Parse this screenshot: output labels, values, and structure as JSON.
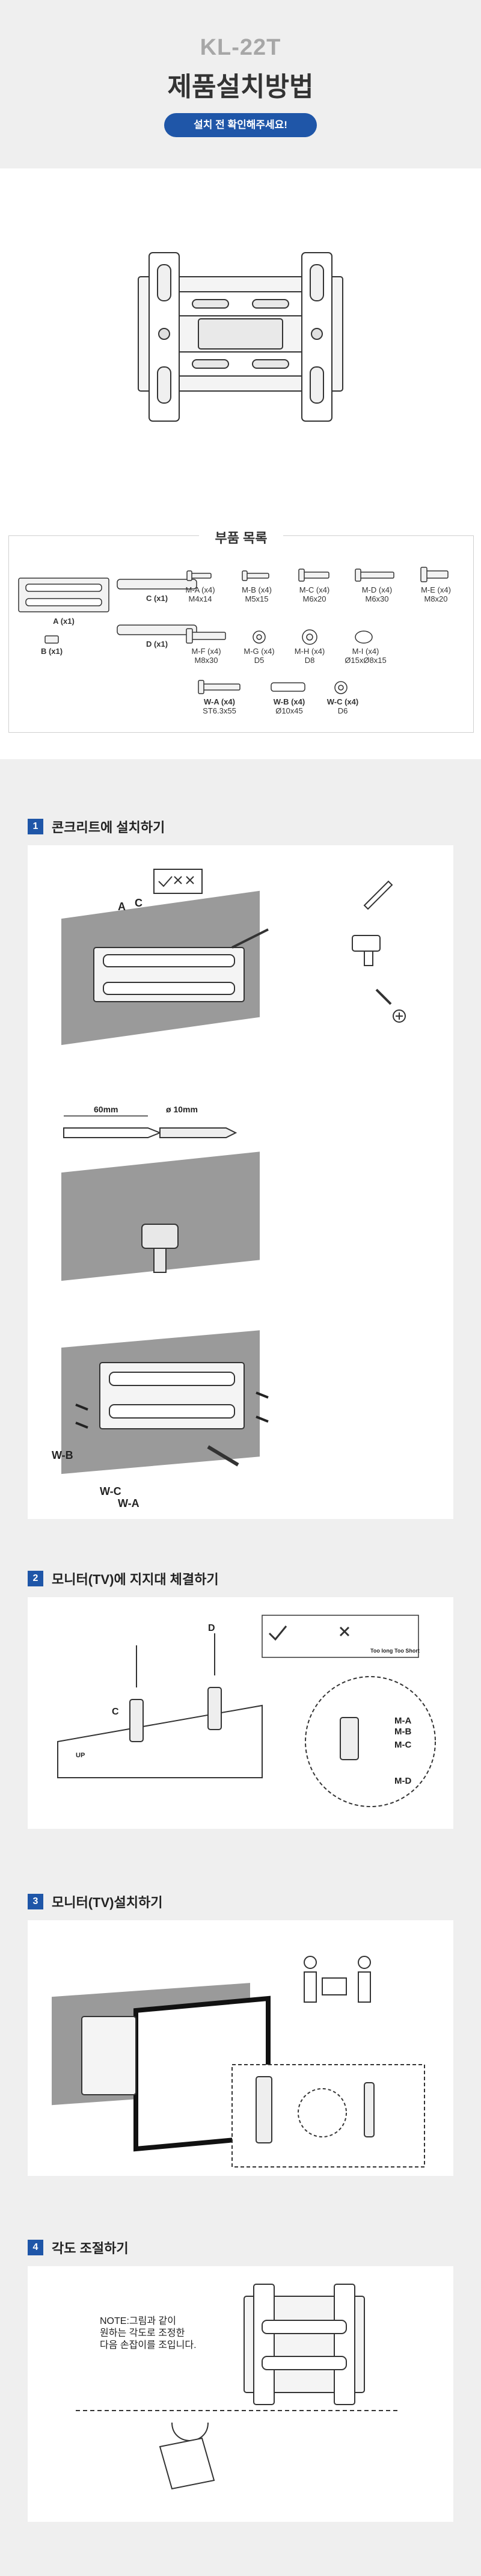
{
  "header": {
    "model": "KL-22T",
    "title": "제품설치방법",
    "notice": "설치 전 확인해주세요!"
  },
  "parts": {
    "title": "부품 목록",
    "items": [
      {
        "id": "A",
        "label": "A (x1)"
      },
      {
        "id": "B",
        "label": "B (x1)"
      },
      {
        "id": "C",
        "label": "C (x1)"
      },
      {
        "id": "D",
        "label": "D (x1)"
      },
      {
        "name": "M-A (x4)",
        "size": "M4x14"
      },
      {
        "name": "M-B (x4)",
        "size": "M5x15"
      },
      {
        "name": "M-C (x4)",
        "size": "M6x20"
      },
      {
        "name": "M-D (x4)",
        "size": "M6x30"
      },
      {
        "name": "M-E (x4)",
        "size": "M8x20"
      },
      {
        "name": "M-F (x4)",
        "size": "M8x30"
      },
      {
        "name": "M-G (x4)",
        "size": "D5"
      },
      {
        "name": "M-H (x4)",
        "size": "D8"
      },
      {
        "name": "M-I (x4)",
        "size": "Ø15xØ8x15"
      },
      {
        "name": "W-A (x4)",
        "size": "ST6.3x55"
      },
      {
        "name": "W-B (x4)",
        "size": "Ø10x45"
      },
      {
        "name": "W-C (x4)",
        "size": "D6"
      }
    ]
  },
  "sections": [
    {
      "number": "1",
      "title": "콘크리트에 설치하기",
      "labels": {
        "a": "A",
        "c": "C",
        "wb": "W-B",
        "wc": "W-C",
        "wa": "W-A",
        "depth": "60mm",
        "bit": "ø 10mm"
      }
    },
    {
      "number": "2",
      "title": "모니터(TV)에 지지대 체결하기",
      "labels": {
        "c": "C",
        "d": "D",
        "ma": "M-A",
        "mb": "M-B",
        "mc": "M-C",
        "md": "M-D",
        "too_long": "Too long",
        "too_short": "Too Short",
        "up": "UP"
      }
    },
    {
      "number": "3",
      "title": "모니터(TV)설치하기"
    },
    {
      "number": "4",
      "title": "각도 조절하기",
      "note": [
        "NOTE:그림과 같이",
        "원하는 각도로 조정한",
        "다음 손잡이를 조입니다."
      ]
    }
  ],
  "colors": {
    "accent": "#1f56a8",
    "band": "#efefef",
    "wall": "#9a9a9a"
  }
}
